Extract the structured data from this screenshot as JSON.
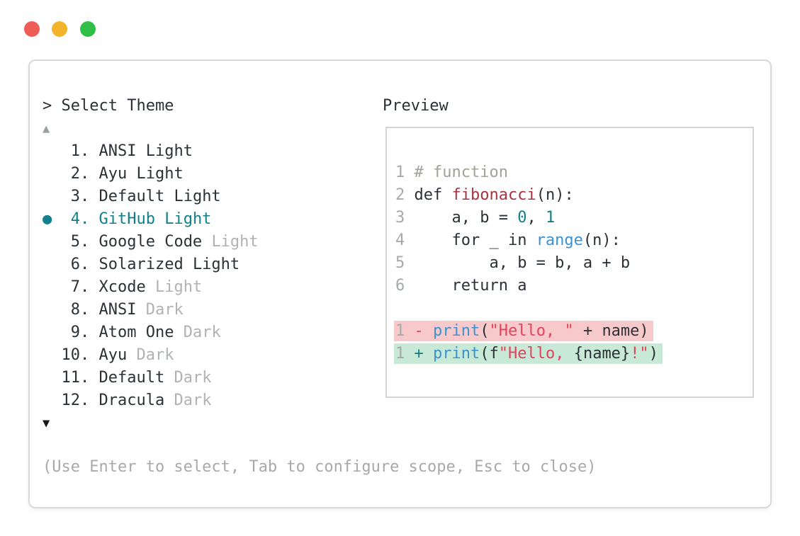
{
  "window": {
    "traffic_lights": [
      {
        "name": "close",
        "color": "#ee5c57"
      },
      {
        "name": "minimize",
        "color": "#f3b32b"
      },
      {
        "name": "zoom",
        "color": "#2fbf46"
      }
    ]
  },
  "picker": {
    "title": "> Select Theme",
    "scroll_up_icon": "▲",
    "scroll_down_icon": "▼",
    "bullet": "●",
    "selected_item": "GitHub Light",
    "items": [
      {
        "prefix": "  1. ",
        "name": "ANSI ",
        "variant": "Light",
        "muted": false,
        "selected": false
      },
      {
        "prefix": "  2. ",
        "name": "Ayu ",
        "variant": "Light",
        "muted": false,
        "selected": false
      },
      {
        "prefix": "  3. ",
        "name": "Default ",
        "variant": "Light",
        "muted": false,
        "selected": false
      },
      {
        "prefix": "  4. ",
        "name": "GitHub ",
        "variant": "Light",
        "muted": false,
        "selected": true
      },
      {
        "prefix": "  5. ",
        "name": "Google Code ",
        "variant": "Light",
        "muted": true,
        "selected": false
      },
      {
        "prefix": "  6. ",
        "name": "Solarized ",
        "variant": "Light",
        "muted": false,
        "selected": false
      },
      {
        "prefix": "  7. ",
        "name": "Xcode ",
        "variant": "Light",
        "muted": true,
        "selected": false
      },
      {
        "prefix": "  8. ",
        "name": "ANSI ",
        "variant": "Dark",
        "muted": true,
        "selected": false
      },
      {
        "prefix": "  9. ",
        "name": "Atom One ",
        "variant": "Dark",
        "muted": true,
        "selected": false
      },
      {
        "prefix": " 10. ",
        "name": "Ayu ",
        "variant": "Dark",
        "muted": true,
        "selected": false
      },
      {
        "prefix": " 11. ",
        "name": "Default ",
        "variant": "Dark",
        "muted": true,
        "selected": false
      },
      {
        "prefix": " 12. ",
        "name": "Dracula ",
        "variant": "Dark",
        "muted": true,
        "selected": false
      }
    ],
    "help": "(Use Enter to select, Tab to configure scope, Esc to close)"
  },
  "preview": {
    "title": "Preview",
    "lines": [
      {
        "num": "1",
        "segs": [
          [
            "# function",
            "comment"
          ]
        ]
      },
      {
        "num": "2",
        "segs": [
          [
            "def ",
            "plain"
          ],
          [
            "fibonacci",
            "func"
          ],
          [
            "(n):",
            "plain"
          ]
        ]
      },
      {
        "num": "3",
        "segs": [
          [
            "    a, b = ",
            "plain"
          ],
          [
            "0",
            "number"
          ],
          [
            ", ",
            "plain"
          ],
          [
            "1",
            "number"
          ]
        ]
      },
      {
        "num": "4",
        "segs": [
          [
            "    for _ in ",
            "plain"
          ],
          [
            "range",
            "builtin"
          ],
          [
            "(n):",
            "plain"
          ]
        ]
      },
      {
        "num": "5",
        "segs": [
          [
            "        a, b = b, a + b",
            "plain"
          ]
        ]
      },
      {
        "num": "6",
        "segs": [
          [
            "    return a",
            "plain"
          ]
        ]
      },
      {
        "num": "",
        "segs": []
      },
      {
        "num": "1",
        "diff": "removed",
        "segs": [
          [
            " - ",
            "sign-removed"
          ],
          [
            "print",
            "builtin"
          ],
          [
            "(",
            "plain"
          ],
          [
            "\"Hello, \"",
            "string"
          ],
          [
            " + name)",
            "plain"
          ]
        ]
      },
      {
        "num": "1",
        "diff": "added",
        "segs": [
          [
            " + ",
            "sign-added"
          ],
          [
            "print",
            "builtin"
          ],
          [
            "(f",
            "plain"
          ],
          [
            "\"Hello, ",
            "string"
          ],
          [
            "{name}",
            "plain"
          ],
          [
            "!\"",
            "string"
          ],
          [
            ")",
            "plain"
          ]
        ]
      }
    ]
  },
  "colors": {
    "accent_teal": "#12808a",
    "text": "#2b3137",
    "muted_variant": "#b0b3b2",
    "line_number": "#a5aaa9",
    "comment": "#a0a396",
    "function_name": "#a73440",
    "numeric_literal": "#12808a",
    "builtin": "#3b92d2",
    "string": "#e2425e",
    "diff_removed_sign": "#d94856",
    "diff_added_sign": "#12808a",
    "diff_removed_bg": "#f7c9ca",
    "diff_added_bg": "#c8e9d6",
    "window_border": "#d9d9d9",
    "preview_border": "#d4d4d4",
    "help_text": "#a9a9a9"
  }
}
